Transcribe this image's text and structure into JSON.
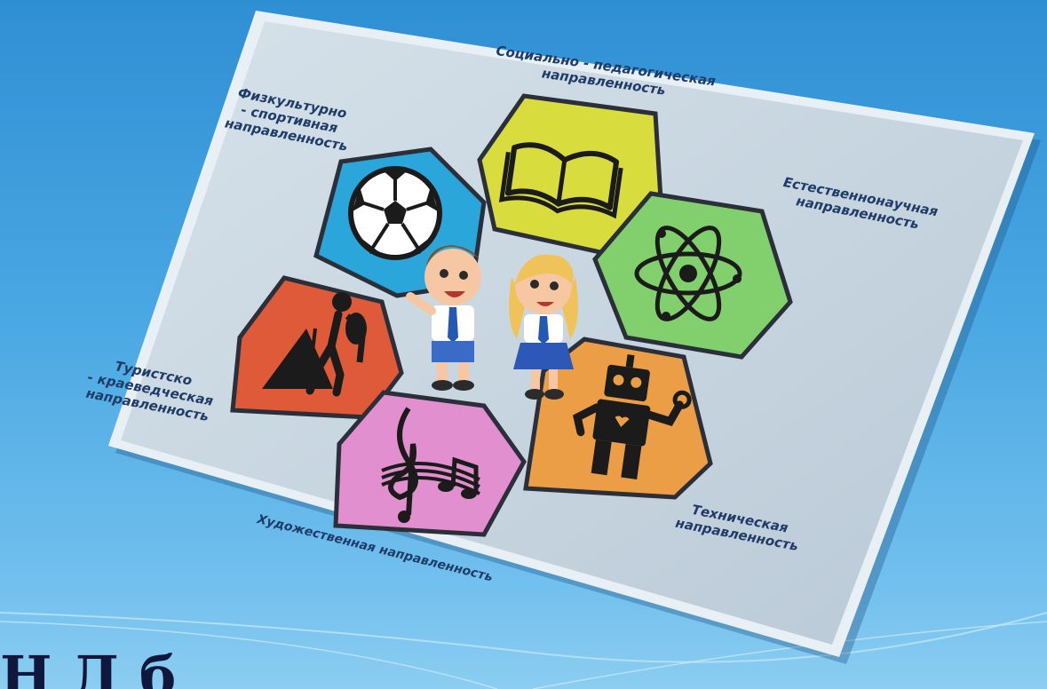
{
  "board": {
    "labels": {
      "social": "Социально - педагогическая\nнаправленность",
      "sport": "Физкультурно\n- спортивная\nнаправленность",
      "science": "Естественнонаучная\nнаправленность",
      "tourism": "Туристско\n- краеведческая\nнаправленность",
      "technical": "Техническая\nнаправленность",
      "art": "Художественная направленность"
    },
    "hexagons": [
      {
        "name": "social",
        "color": "#d9dd3c",
        "icon": "book-icon"
      },
      {
        "name": "sport",
        "color": "#28a7dc",
        "icon": "soccer-ball-icon"
      },
      {
        "name": "science",
        "color": "#7fd06b",
        "icon": "atom-icon"
      },
      {
        "name": "tourism",
        "color": "#e2583a",
        "icon": "hiker-icon"
      },
      {
        "name": "technical",
        "color": "#ec9d45",
        "icon": "robot-icon"
      },
      {
        "name": "art",
        "color": "#e28fd0",
        "icon": "music-notes-icon"
      }
    ],
    "center_image": "children-icon"
  },
  "footer": {
    "text": "Н                          Д                 б"
  },
  "colors": {
    "background": "#3f9ddc",
    "board": "#c4d2dd",
    "text": "#1f3b67"
  }
}
